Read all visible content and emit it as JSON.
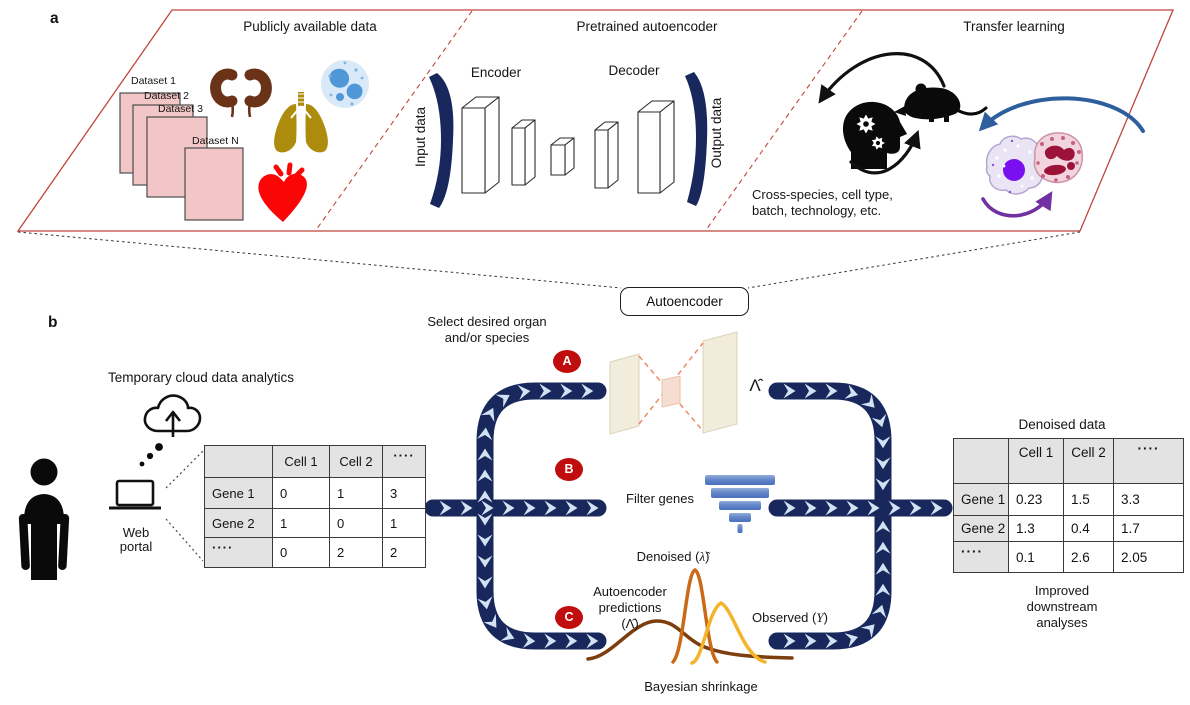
{
  "figure": {
    "panel_a": {
      "label": "a",
      "title_left": "Publicly available data",
      "title_mid": "Pretrained autoencoder",
      "title_right": "Transfer learning",
      "datasets": [
        "Dataset 1",
        "Dataset 2",
        "Dataset 3",
        "Dataset N"
      ],
      "encoder": "Encoder",
      "decoder": "Decoder",
      "input_data": "Input data",
      "output_data": "Output data",
      "caption_line1": "Cross-species, cell type,",
      "caption_line2": "batch, technology, etc.",
      "icons": [
        "kidney-icon",
        "lung-icon",
        "blue-cell-icon",
        "heart-icon",
        "human-head-gears-icon",
        "mouse-icon",
        "lavender-cell-icon",
        "pink-cell-icon"
      ]
    },
    "connector": {
      "autoencoder_box": "Autoencoder"
    },
    "panel_b": {
      "label": "b",
      "cloud_label": "Temporary cloud data analytics",
      "web_line1": "Web",
      "web_line2": "portal",
      "select_line1": "Select desired organ",
      "select_line2": "and/or species",
      "badge_a": "A",
      "badge_b": "B",
      "badge_c": "C",
      "filter_label": "Filter genes",
      "lambda_hat": "Λ̂",
      "denoised_pre": "Denoised (",
      "denoised_var": "λ̂",
      "denoised_post": ")",
      "aepred_line1": "Autoencoder",
      "aepred_line2": "predictions",
      "aepred_var": "(Λ̂)",
      "observed_pre": "Observed (",
      "observed_var": "Y",
      "observed_post": ")",
      "bayes_label": "Bayesian shrinkage",
      "input_table": {
        "headers": [
          "",
          "Cell 1",
          "Cell 2",
          "····"
        ],
        "rows": [
          [
            "Gene 1",
            "0",
            "1",
            "3"
          ],
          [
            "Gene 2",
            "1",
            "0",
            "1"
          ],
          [
            "····",
            "0",
            "2",
            "2"
          ]
        ]
      },
      "output_table": {
        "title": "Denoised data",
        "headers": [
          "",
          "Cell 1",
          "Cell 2",
          "····"
        ],
        "rows": [
          [
            "Gene 1",
            "0.23",
            "1.5",
            "3.3"
          ],
          [
            "Gene 2",
            "1.3",
            "0.4",
            "1.7"
          ],
          [
            "····",
            "0.1",
            "2.6",
            "2.05"
          ]
        ]
      },
      "improved_line1": "Improved",
      "improved_line2": "downstream",
      "improved_line3": "analyses"
    },
    "colors": {
      "frame_red": "#c0453c",
      "navy": "#18285c",
      "chevron_blue": "#d3e2f2",
      "badge_red": "#c00d0d",
      "funnel_blue": "#5d81c7",
      "plane_beige": "#f2ecdc",
      "plane_center": "#f6ddd1",
      "dash_orange": "#ec8a63",
      "curve_brown": "#7c3e0f",
      "curve_orange": "#ca6a18",
      "curve_yellow": "#f3b42b",
      "arrow_blue": "#2d5f9f",
      "arrow_purple": "#7231a3",
      "dataset_pink": "#f2c6c6",
      "kidney_brown": "#6a3317",
      "lung_gold": "#ad8b0d",
      "heart_red": "#fb0606",
      "cell_blue": "#4f97d7",
      "nucleus_purple": "#7a10ef",
      "table_header_bg": "#e3e3e3"
    }
  }
}
